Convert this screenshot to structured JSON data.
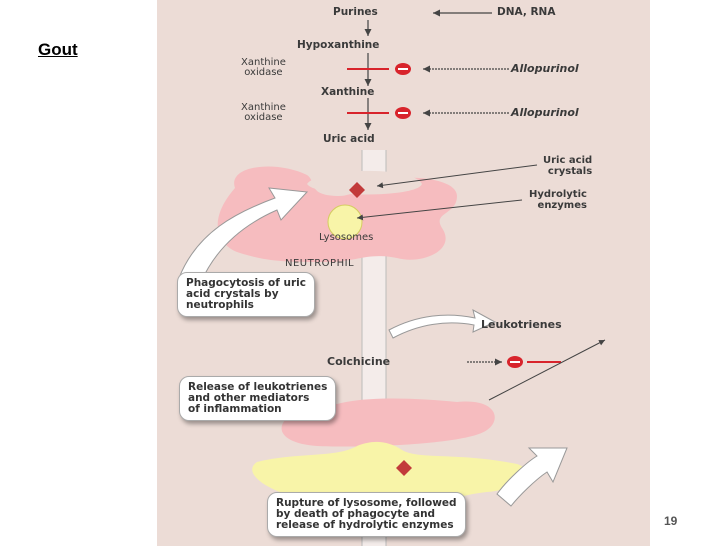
{
  "slide": {
    "title": "Gout",
    "page_number": "19"
  },
  "diagram": {
    "purines": "Purines",
    "dna_rna": "DNA, RNA",
    "hypoxanthine": "Hypoxanthine",
    "xanthine_oxidase_1": [
      "Xanthine",
      "oxidase"
    ],
    "allopurinol_1": "Allopurinol",
    "xanthine": "Xanthine",
    "xanthine_oxidase_2": [
      "Xanthine",
      "oxidase"
    ],
    "allopurinol_2": "Allopurinol",
    "uric_acid": "Uric acid",
    "uric_acid_crystals": [
      "Uric acid",
      "crystals"
    ],
    "hydrolytic_enzymes": [
      "Hydrolytic",
      "enzymes"
    ],
    "lysosomes": "Lysosomes",
    "neutrophil": "NEUTROPHIL",
    "box_phagocytosis": [
      "Phagocytosis of uric",
      "acid crystals by",
      "neutrophils"
    ],
    "leukotrienes": "Leukotrienes",
    "colchicine": "Colchicine",
    "box_release": [
      "Release of leukotrienes",
      "and other mediators",
      "of inflammation"
    ],
    "box_rupture": [
      "Rupture of lysosome, followed",
      "by death of phagocyte and",
      "release of hydrolytic enzymes"
    ]
  },
  "colors": {
    "cell": "#f6bcbf",
    "lysosome": "#f8f4a8",
    "inhibit": "#d8242c",
    "crystal": "#c23a3a",
    "panel": "#ecdcd6"
  }
}
